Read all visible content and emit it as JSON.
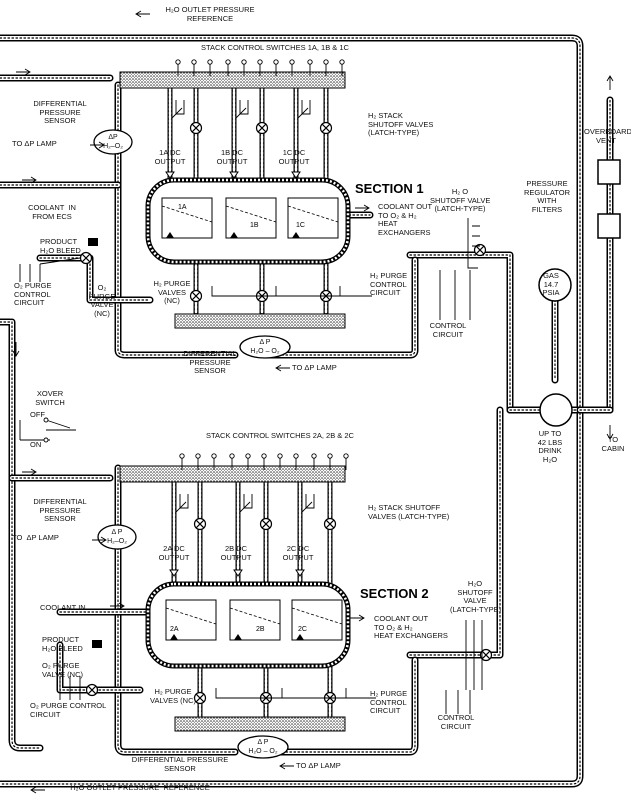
{
  "labels": {
    "h2o_outlet_top": "H₂O OUTLET PRESSURE\nREFERENCE",
    "h2o_outlet_bottom": "H₂O OUTLET PRESSURE  REFERENCE",
    "stack_switches_1": "STACK CONTROL SWITCHES 1A, 1B & 1C",
    "stack_switches_2": "STACK CONTROL SWITCHES 2A, 2B & 2C",
    "diff_sensor_1": "DIFFERENTIAL\nPRESSURE\nSENSOR",
    "to_dp_lamp_1": "TO ΔP LAMP",
    "h2_stack_valves_1": "H₂ STACK\nSHUTOFF VALVES\n(LATCH-TYPE)",
    "out_1a": "1A DC\nOUTPUT",
    "out_1b": "1B DC\nOUTPUT",
    "out_1c": "1C DC\nOUTPUT",
    "section1": "SECTION 1",
    "coolant_in_1": "COOLANT  IN\nFROM ECS",
    "coolant_out_1": "COOLANT OUT\nTO O₂ & H₂\nHEAT\nEXCHANGERS",
    "h2o_valve_1": "H₂ O\nSHUTOFF VALVE\n(LATCH-TYPE)",
    "product_bleed_1": "PRODUCT\nH₂O BLEED",
    "o2_purge_circuit_1": "O₂ PURGE\nCONTROL\nCIRCUIT",
    "o2_purge_valve_1": "O₂\nPURGE\nVALVE\n(NC)",
    "h2_purge_valves_1": "H₂ PURGE\nVALVES\n(NC)",
    "h2_purge_circuit_1": "H₂ PURGE\nCONTROL\nCIRCUIT",
    "control_circuit_1": "CONTROL\nCIRCUIT",
    "diff_sensor_mid": "DIFFERENTIAL\nPRESSURE\nSENSOR",
    "to_dp_lamp_mid": "TO ΔP LAMP",
    "overboard_vent": "OVERBOARD\nVENT",
    "pressure_regulator": "PRESSURE\nREGULATOR\nWITH\nFILTERS",
    "gas": "GAS\n14.7\nPSIA",
    "drink": "UP TO\n42 LBS\nDRINK\nH₂O",
    "to_cabin": "TO\nCABIN",
    "xover": "XOVER\nSWITCH",
    "off": "OFF",
    "on": "ON",
    "diff_sensor_2": "DIFFERENTIAL\nPRESSURE\nSENSOR",
    "to_dp_lamp_2": "TO  ΔP LAMP",
    "h2_stack_valves_2": "H₂ STACK SHUTOFF\nVALVES (LATCH-TYPE)",
    "out_2a": "2A DC\nOUTPUT",
    "out_2b": "2B DC\nOUTPUT",
    "out_2c": "2C DC\nOUTPUT",
    "section2": "SECTION 2",
    "coolant_in_2": "COOLANT IN",
    "coolant_out_2": "COOLANT OUT\nTO O₂ & H₂\nHEAT EXCHANGERS",
    "h2o_valve_2": "H₂O\nSHUTOFF\nVALVE\n(LATCH-TYPE)",
    "product_bleed_2": "PRODUCT\nH₂O BLEED",
    "o2_purge_valve_2": "O₂ PURGE\nVALVE (NC)",
    "o2_purge_circuit_2": "O₂ PURGE CONTROL\nCIRCUIT",
    "h2_purge_valves_2": "H₂ PURGE\nVALVES (NC)",
    "h2_purge_circuit_2": "H₂ PURGE\nCONTROL\nCIRCUIT",
    "control_circuit_2": "CONTROL\nCIRCUIT",
    "diff_sensor_3": "DIFFERENTIAL PRESSURE\nSENSOR",
    "to_dp_lamp_3": "TO ΔP LAMP"
  },
  "sensors": {
    "s1": "ΔP\nH₂–O₂",
    "mid": "Δ P\nH₂O – O₂",
    "s2": "Δ P\nH₂–O₂",
    "s3": "Δ P\nH₂O – O₂"
  },
  "cells": {
    "sec1": [
      "1A",
      "1B",
      "1C"
    ],
    "sec2": [
      "2A",
      "2B",
      "2C"
    ]
  }
}
